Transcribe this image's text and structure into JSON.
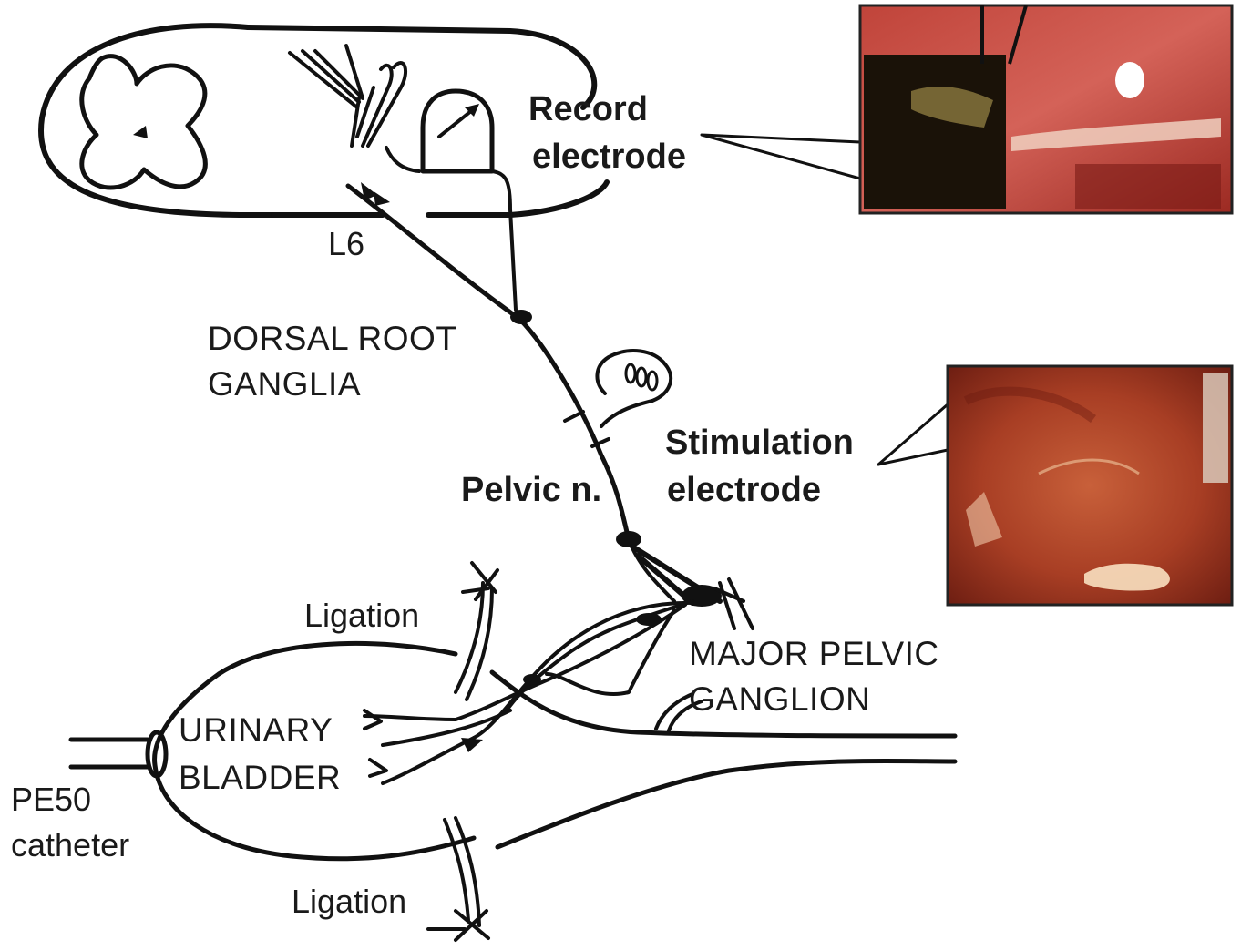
{
  "labels": {
    "record": "Record",
    "electrode1": "electrode",
    "l6": "L6",
    "dorsal1": "DORSAL ROOT",
    "dorsal2": "GANGLIA",
    "stim1": "Stimulation",
    "stim2": "electrode",
    "pelvic": "Pelvic n.",
    "major1": "MAJOR PELVIC",
    "major2": "GANGLION",
    "ligation_top": "Ligation",
    "urinary1": "URINARY",
    "urinary2": "BLADDER",
    "pe50": "PE50",
    "catheter": "catheter",
    "ligation_bottom": "Ligation"
  },
  "photos": {
    "record_photo": "photo of recording electrode on spinal root",
    "stim_photo": "photo of stimulation electrode on pelvic nerve"
  },
  "colors": {
    "line": "#111111",
    "tissue_dark": "#8a1f1a",
    "tissue_mid": "#b8453a",
    "tissue_light": "#d98a6a",
    "photo_frame": "#222222"
  }
}
